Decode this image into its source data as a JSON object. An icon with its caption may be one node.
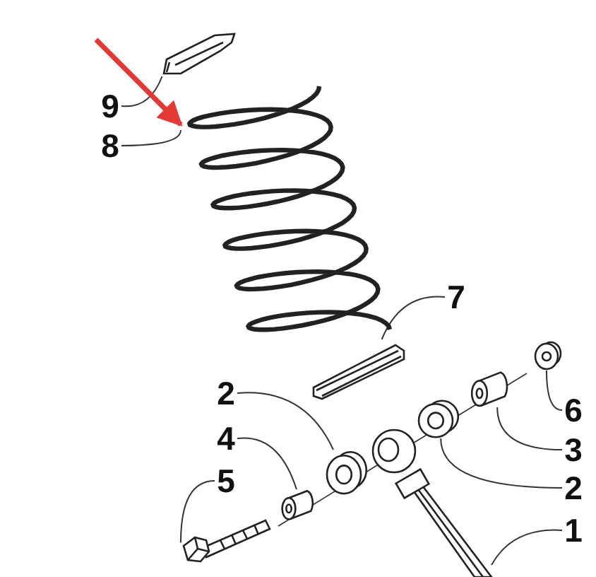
{
  "diagram": {
    "nodes": [
      {
        "text": [
          "9"
        ]
      },
      {
        "text": [
          "8"
        ]
      },
      {
        "text": [
          "7"
        ]
      },
      {
        "text": [
          "2"
        ]
      },
      {
        "text": [
          "6"
        ]
      },
      {
        "text": [
          "4"
        ]
      },
      {
        "text": [
          "3"
        ]
      },
      {
        "text": [
          "5"
        ]
      },
      {
        "text": [
          "2"
        ]
      },
      {
        "text": [
          "1"
        ]
      },
      {
        "text": [],
        "shape": "picture"
      },
      {
        "text": [],
        "shape": "picture"
      },
      {
        "text": [],
        "shape": "picture"
      },
      {
        "text": [],
        "shape": "picture"
      },
      {
        "text": [],
        "shape": "picture"
      },
      {
        "text": [],
        "shape": "picture"
      },
      {
        "text": [],
        "shape": "picture"
      },
      {
        "text": [],
        "shape": "picture"
      },
      {
        "text": [],
        "shape": "picture"
      },
      {
        "text": [],
        "shape": "picture"
      }
    ],
    "edges": [
      {
        "from": 0,
        "to": 10,
        "arrow": "none"
      },
      {
        "from": 1,
        "to": 11,
        "arrow": "none"
      },
      {
        "from": 2,
        "to": 12,
        "arrow": "none"
      },
      {
        "from": 3,
        "to": 13,
        "arrow": "none"
      },
      {
        "from": 4,
        "to": 14,
        "arrow": "none"
      },
      {
        "from": 5,
        "to": 15,
        "arrow": "none"
      },
      {
        "from": 6,
        "to": 16,
        "arrow": "none"
      },
      {
        "from": 7,
        "to": 17,
        "arrow": "none"
      },
      {
        "from": 8,
        "to": 18,
        "arrow": "none"
      },
      {
        "from": 9,
        "to": 19,
        "arrow": "none"
      },
      {
        "from": null,
        "to": 11,
        "arrow": "to",
        "style": "thick",
        "color": "#e53935"
      }
    ]
  }
}
